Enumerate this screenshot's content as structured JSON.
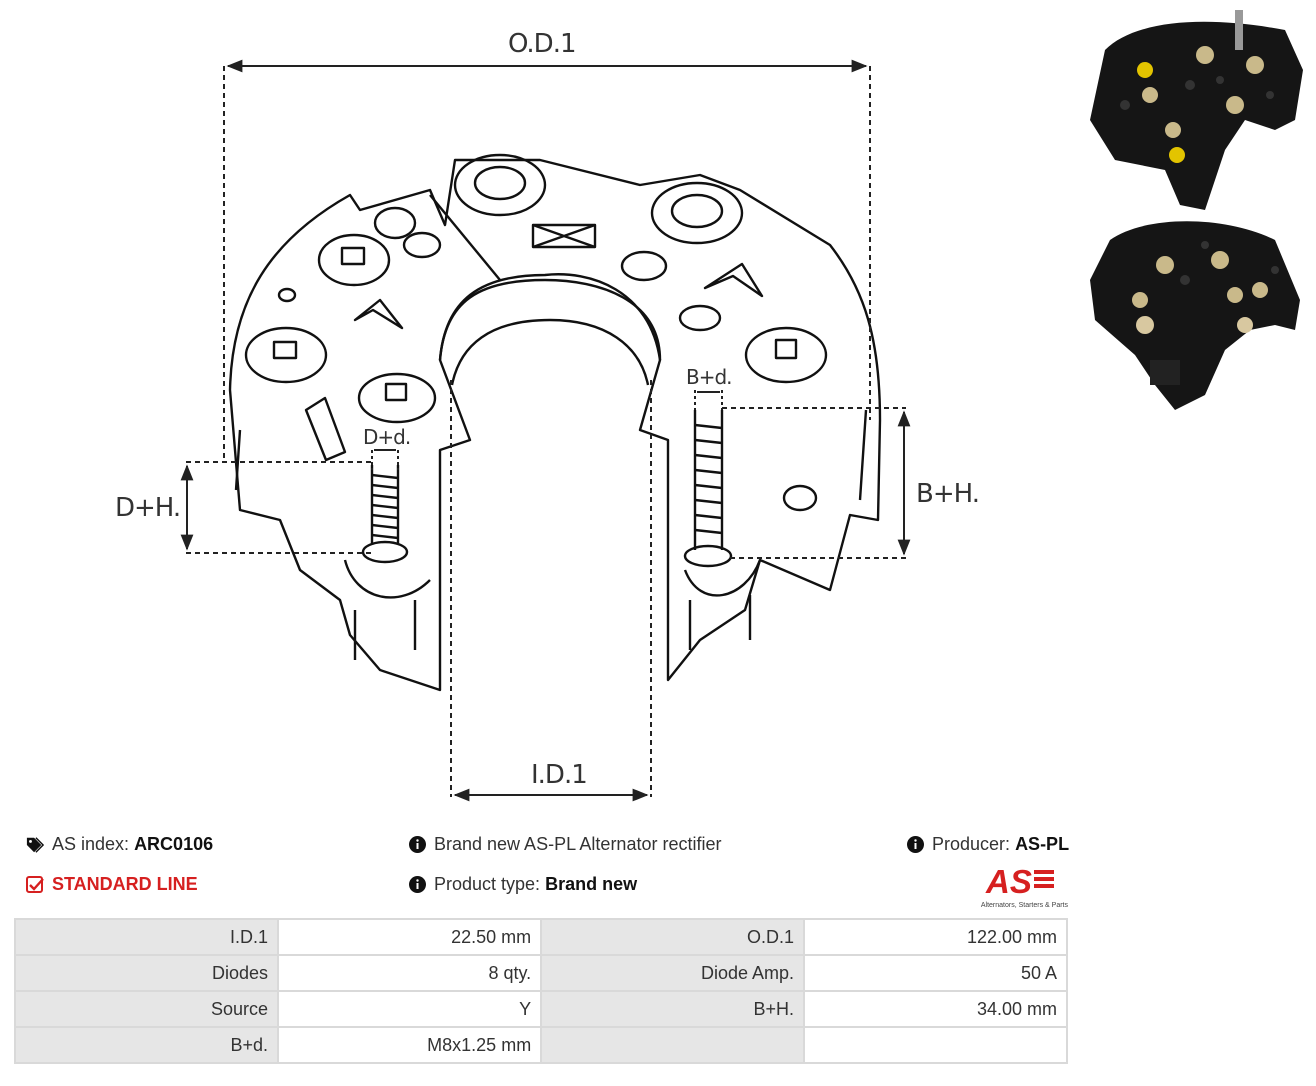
{
  "diagram": {
    "labels": {
      "od": "O.D.1",
      "id": "I.D.1",
      "dh": "D+H.",
      "dd": "D+d.",
      "bh": "B+H.",
      "bd": "B+d."
    }
  },
  "info": {
    "index_label": "AS index:",
    "index_value": "ARC0106",
    "line": "STANDARD LINE",
    "description": "Brand new AS-PL Alternator rectifier",
    "type_label": "Product type:",
    "type_value": "Brand new",
    "producer_label": "Producer:",
    "producer_value": "AS-PL",
    "logo_text": "AS",
    "logo_tagline": "Alternators, Starters & Parts"
  },
  "specs": {
    "rows": [
      {
        "l1": "I.D.1",
        "v1": "22.50 mm",
        "l2": "O.D.1",
        "v2": "122.00 mm"
      },
      {
        "l1": "Diodes",
        "v1": "8 qty.",
        "l2": "Diode Amp.",
        "v2": "50 A"
      },
      {
        "l1": "Source",
        "v1": "Y",
        "l2": "B+H.",
        "v2": "34.00 mm"
      },
      {
        "l1": "B+d.",
        "v1": "M8x1.25 mm",
        "l2": "",
        "v2": ""
      }
    ]
  },
  "colors": {
    "accent": "#d62020",
    "label_bg": "#e6e6e6",
    "border": "#d9d9d9"
  }
}
